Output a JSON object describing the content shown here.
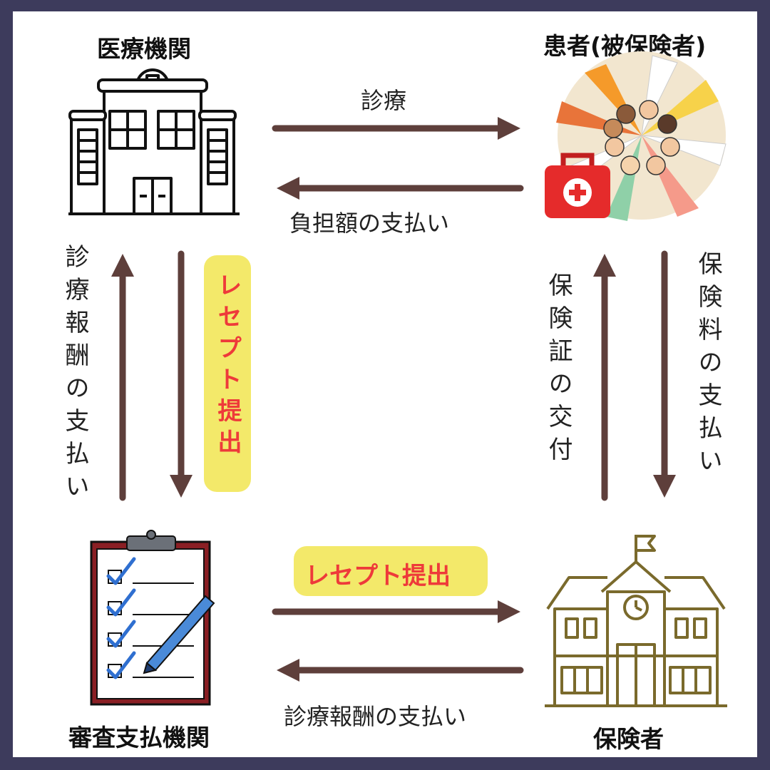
{
  "nodes": {
    "medical_institution": "医療機関",
    "patient": "患者(被保険者)",
    "review_agency": "審査支払機関",
    "insurer": "保険者"
  },
  "flows": {
    "treatment": "診療",
    "copay": "負担額の支払い",
    "medical_fee_payment_left": "診療報酬の支払い",
    "receipt_submission_left": "レセプト提出",
    "insurance_card_issue": "保険証の交付",
    "premium_payment": "保険料の支払い",
    "receipt_submission_bottom": "レセプト提出",
    "medical_fee_payment_bottom": "診療報酬の支払い"
  },
  "colors": {
    "arrow": "#5e3f3b",
    "highlight_bg": "#f3e96a",
    "highlight_text": "#ee3a3a",
    "frame": "#3d3b5c"
  },
  "icons": {
    "hospital": "hospital-icon",
    "patients": "patients-group-icon",
    "clipboard": "checklist-clipboard-icon",
    "insurer_building": "insurer-building-icon"
  }
}
